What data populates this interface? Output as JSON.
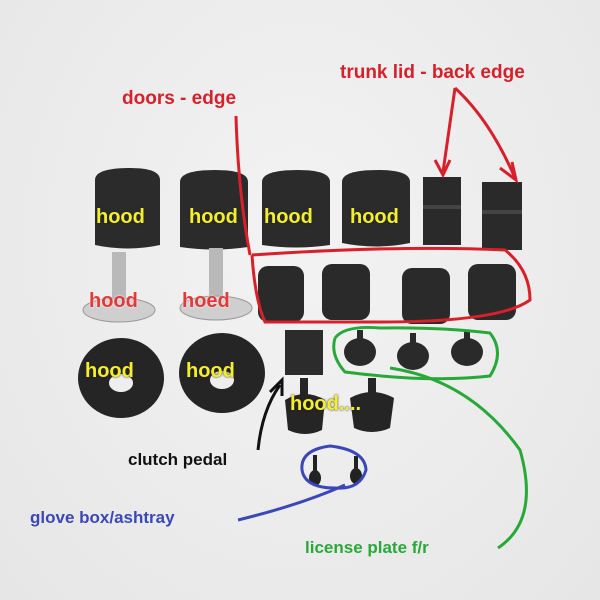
{
  "image": {
    "description": "Photo of rubber bumper parts with hand-drawn annotations",
    "background_color": "#ececec"
  },
  "annotations": {
    "doors_edge": "doors - edge",
    "trunk_lid": "trunk lid - back edge",
    "hood_labels_top": [
      "hood",
      "hood",
      "hood",
      "hood"
    ],
    "hood_labels_bolts": [
      "hood",
      "hoed"
    ],
    "hood_labels_round": [
      "hood",
      "hood"
    ],
    "hood_small": "hood....",
    "clutch_pedal": "clutch pedal",
    "glove_box": "glove box/ashtray",
    "license_plate": "license plate f/r"
  },
  "colors": {
    "red": "#d8202a",
    "yellow": "#f4ef2a",
    "blue": "#3b47b8",
    "green": "#29a83a",
    "black": "#111111",
    "rubber": "#2a2a2a"
  }
}
